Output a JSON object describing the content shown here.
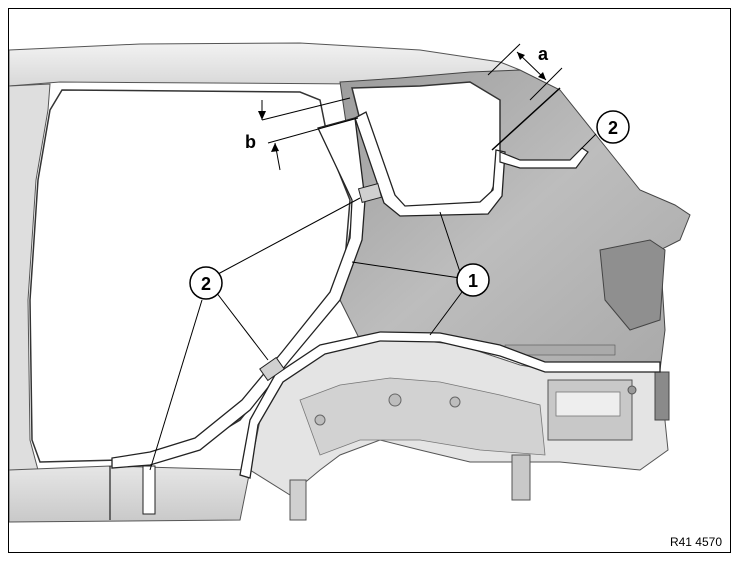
{
  "figure": {
    "reference_code": "R41 4570",
    "dimension_a": "a",
    "dimension_b": "b",
    "callout_1": "1",
    "callout_2_left": "2",
    "callout_2_right": "2"
  },
  "colors": {
    "body_light": "#e9e9e9",
    "body_mid": "#cfcfcf",
    "body_dark": "#9a9a9a",
    "panel_shade": "#b9b9b9",
    "outline": "#1a1a1a"
  }
}
